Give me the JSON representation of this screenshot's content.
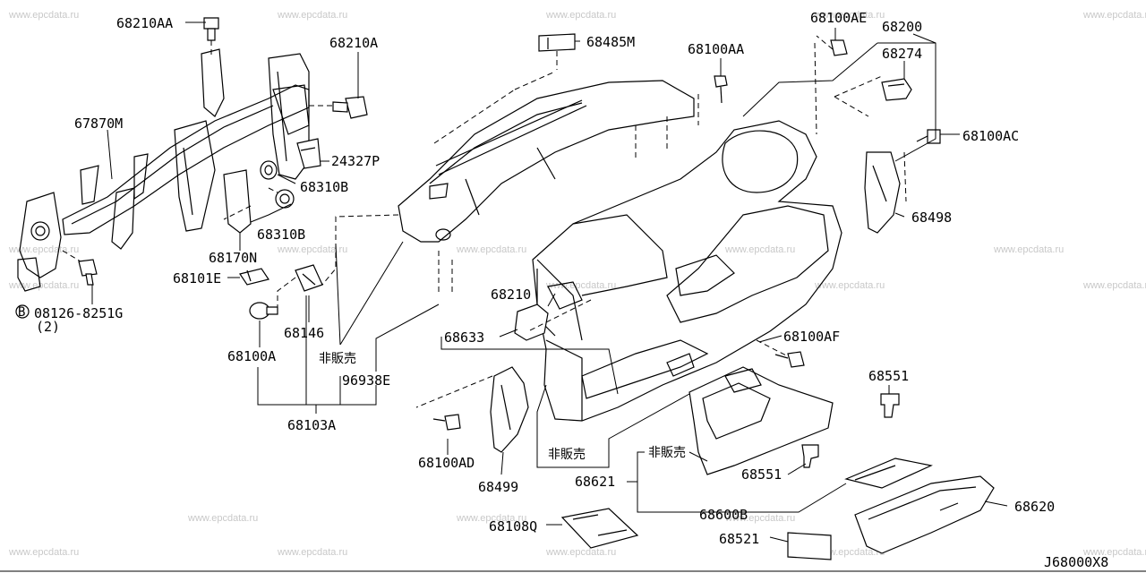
{
  "watermark": "www.epcdata.ru",
  "diagram_code": "J68000X8",
  "labels": {
    "p68210AA": "68210AA",
    "p68485M": "68485M",
    "p68100AA": "68100AA",
    "p68100AE": "68100AE",
    "p68200": "68200",
    "p68274": "68274",
    "p68210A": "68210A",
    "p67870M": "67870M",
    "p68100AC": "68100AC",
    "p24327P": "24327P",
    "p68310B_1": "68310B",
    "p68310B_2": "68310B",
    "p68498": "68498",
    "p68170N": "68170N",
    "p68101E": "68101E",
    "p68210": "68210",
    "p08126": "08126-8251G",
    "p08126_qty": "(2)",
    "p08126_circle": "B",
    "p68146": "68146",
    "p68633": "68633",
    "p68100AF": "68100AF",
    "p68100A": "68100A",
    "nfs_1": "非販売",
    "p96938E": "96938E",
    "p68551_1": "68551",
    "p68103A": "68103A",
    "nfs_2": "非販売",
    "nfs_3": "非販売",
    "p68100AD": "68100AD",
    "p68551_2": "68551",
    "p68621": "68621",
    "p68499": "68499",
    "p68620": "68620",
    "p68600B": "68600B",
    "p68108Q": "68108Q",
    "p68521": "68521"
  }
}
